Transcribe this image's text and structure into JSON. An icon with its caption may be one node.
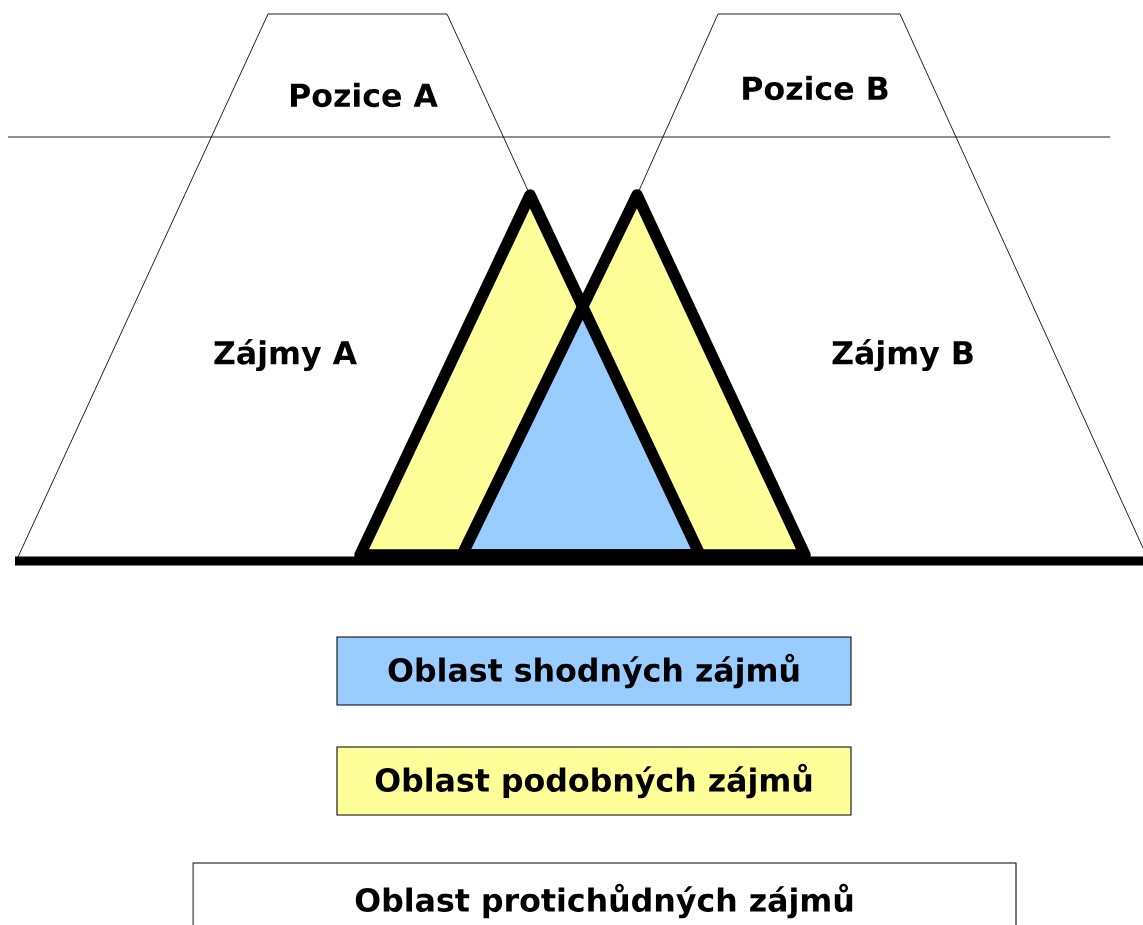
{
  "diagram": {
    "nodes": [
      {
        "text": [
          "Pozice A",
          "Zájmy A"
        ]
      },
      {
        "text": [
          "Pozice B",
          "Zájmy B"
        ]
      }
    ],
    "legend": [
      {
        "text": "Oblast shodných zájmů",
        "color": "#99ccff"
      },
      {
        "text": "Oblast podobných zájmů",
        "color": "#ffff99"
      },
      {
        "text": "Oblast protichůdných zájmů"
      }
    ]
  }
}
